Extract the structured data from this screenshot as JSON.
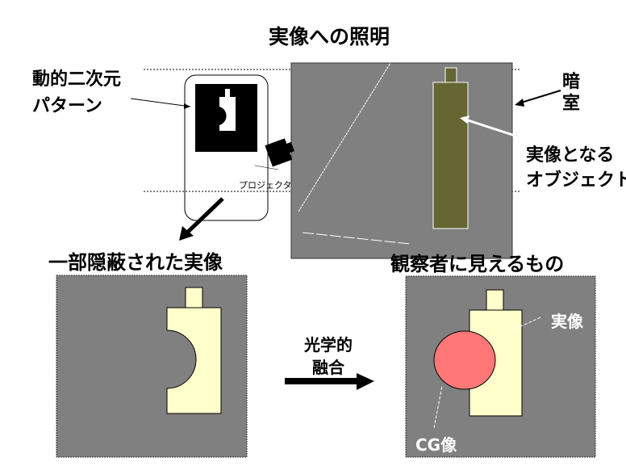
{
  "title_top": "実像への照明",
  "pattern_label": [
    "動的二次元",
    "パターン"
  ],
  "darkroom_label": [
    "暗",
    "室"
  ],
  "object_label": [
    "実像となる",
    "オブジェクト"
  ],
  "projector_label": "プロジェクタ",
  "left_panel_title": "一部隠蔽された実像",
  "right_panel_title": "観察者に見えるもの",
  "fusion_label": [
    "光学的",
    "融合"
  ],
  "real_image_label": "実像",
  "cg_image_label": "CG像",
  "colors": {
    "room": "#808080",
    "object_dark": "#666633",
    "object_lit": "#ffffcc",
    "cg": "#ff7777"
  }
}
